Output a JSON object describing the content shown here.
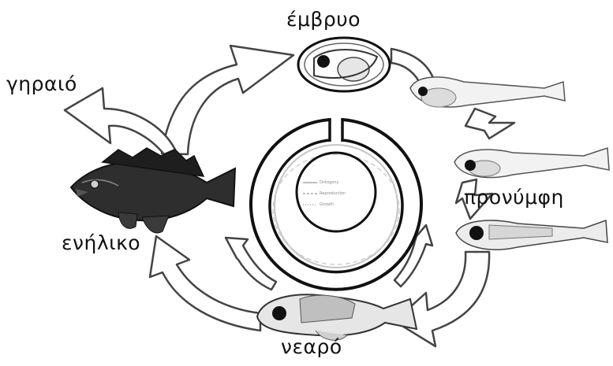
{
  "stages": {
    "embryo": "έμβρυο",
    "prolarva": "προνύμφη",
    "juvenile": "νεαρό",
    "adult": "ενήλικο",
    "old": "γηραιό"
  },
  "inner_legend": [
    "Ontogeny",
    "Reproduction",
    "Growth"
  ],
  "colors": {
    "ink": "#111111",
    "arrow_fill": "#ffffff",
    "arrow_stroke": "#444444",
    "fish_dark": "#2a2a2a",
    "larva_body": "#f2f2f2"
  },
  "icons": [
    "fish-egg-icon",
    "larva-icon",
    "adult-fish-icon",
    "cycle-arrow-icon"
  ]
}
